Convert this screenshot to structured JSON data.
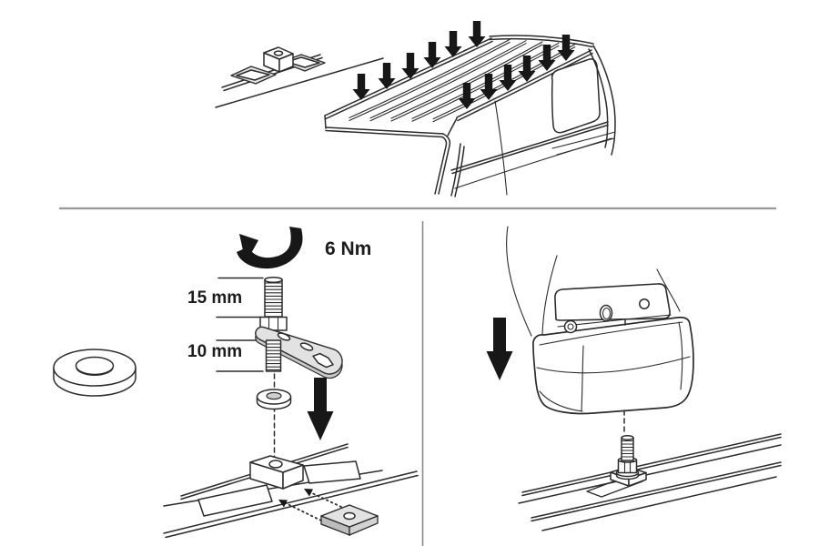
{
  "instructions": {
    "torque_label": "6 Nm",
    "upper_thread_length": "15 mm",
    "lower_thread_length": "10 mm"
  },
  "figure": {
    "mounting_arrow_count": 12
  },
  "colors": {
    "background": "#ffffff",
    "line": "#2b2b2b",
    "arrow": "#171717",
    "shade_light": "#e2e2e2",
    "shade_mid": "#c9c9c9",
    "divider": "#999999",
    "text": "#1c1c1c"
  }
}
